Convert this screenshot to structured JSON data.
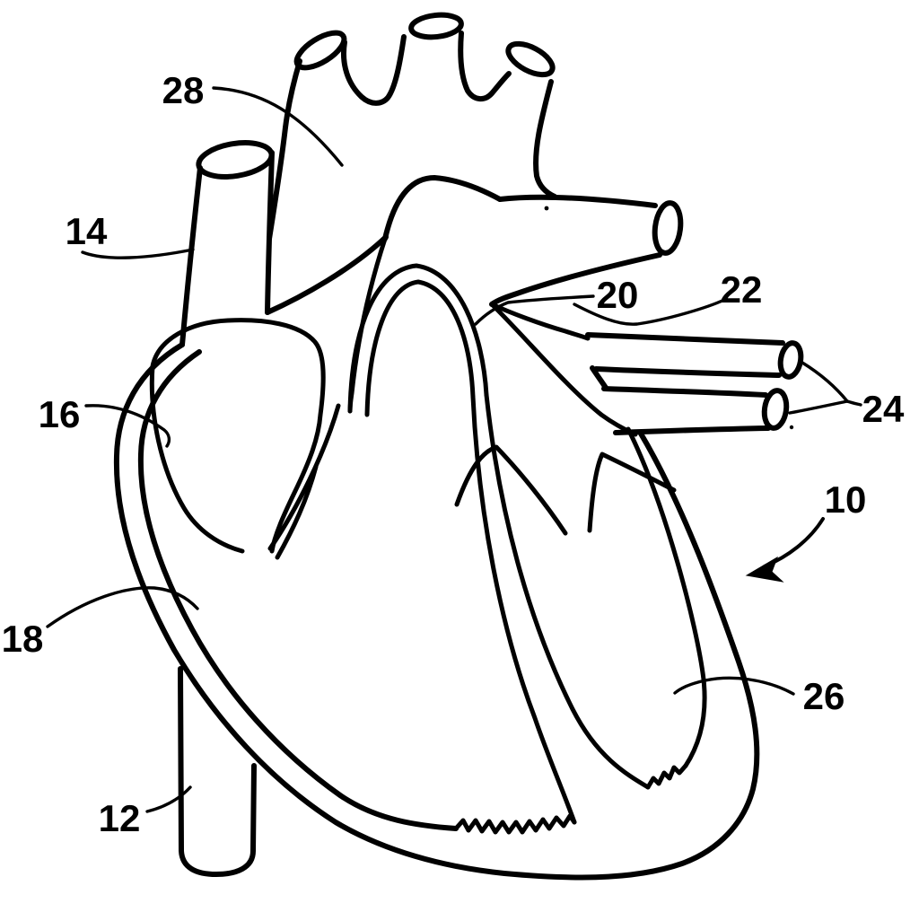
{
  "figure": {
    "kind": "patent line drawing",
    "subject": "Cross-sectional diagram of a human heart with numbered reference leaders",
    "background_color": "#ffffff",
    "ink_color": "#000000",
    "reference_numerals": [
      {
        "text": "28"
      },
      {
        "text": "14"
      },
      {
        "text": "20"
      },
      {
        "text": "22"
      },
      {
        "text": "24"
      },
      {
        "text": "16"
      },
      {
        "text": "10"
      },
      {
        "text": "18"
      },
      {
        "text": "26"
      },
      {
        "text": "12"
      }
    ]
  }
}
